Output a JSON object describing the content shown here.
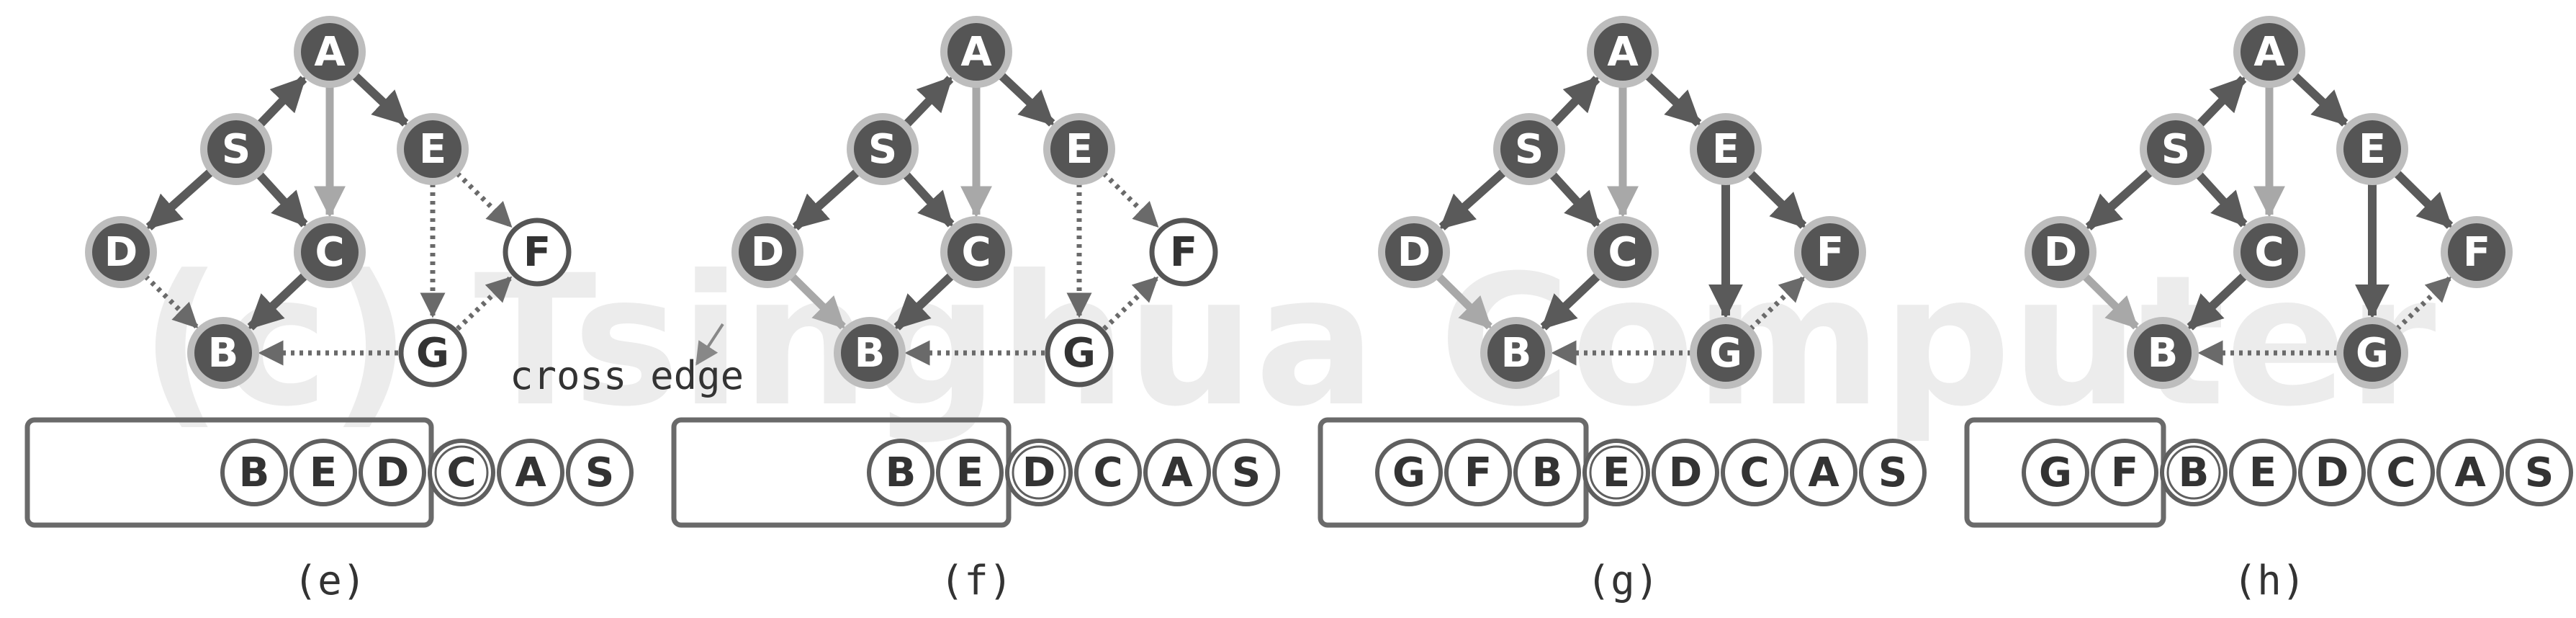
{
  "watermark": "(c) Tsinghua Computer",
  "annotation": "cross edge",
  "colors": {
    "node_dark": "#555555",
    "node_ring": "#bdbdbd",
    "edge_dark": "#5a5a5a",
    "edge_light": "#a8a8a8",
    "box": "#6a6a6a",
    "watermark": "#ececec"
  },
  "node_letters": [
    "A",
    "S",
    "E",
    "D",
    "C",
    "F",
    "B",
    "G"
  ],
  "panels": [
    {
      "caption": "(e)",
      "open_nodes": [
        "F",
        "G"
      ],
      "cross_edge_DB": false,
      "tree_edge_EG": false,
      "tree_edge_EF": false,
      "stack_boxed": [
        "B",
        "E",
        "D"
      ],
      "stack_rest": [
        "C",
        "A",
        "S"
      ]
    },
    {
      "caption": "(f)",
      "open_nodes": [
        "F",
        "G"
      ],
      "cross_edge_DB": true,
      "tree_edge_EG": false,
      "tree_edge_EF": false,
      "stack_boxed": [
        "B",
        "E"
      ],
      "stack_rest": [
        "D",
        "C",
        "A",
        "S"
      ]
    },
    {
      "caption": "(g)",
      "open_nodes": [],
      "cross_edge_DB": true,
      "tree_edge_EG": true,
      "tree_edge_EF": true,
      "stack_boxed": [
        "G",
        "F",
        "B"
      ],
      "stack_rest": [
        "E",
        "D",
        "C",
        "A",
        "S"
      ]
    },
    {
      "caption": "(h)",
      "open_nodes": [],
      "cross_edge_DB": true,
      "tree_edge_EG": true,
      "tree_edge_EF": true,
      "stack_boxed": [
        "G",
        "F"
      ],
      "stack_rest": [
        "B",
        "E",
        "D",
        "C",
        "A",
        "S"
      ]
    }
  ]
}
